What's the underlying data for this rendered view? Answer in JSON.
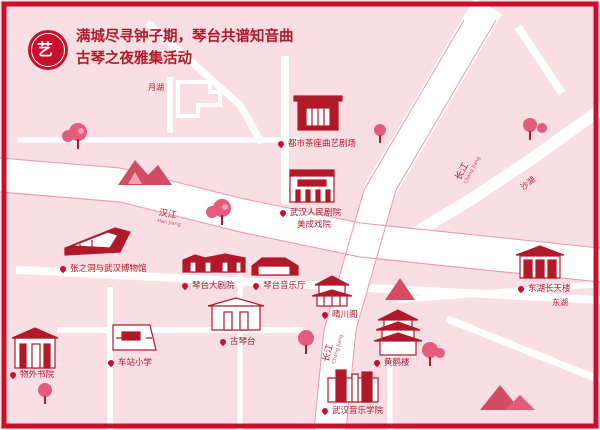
{
  "title": {
    "line1": "满城尽寻钟子期，琴台共谱知音曲",
    "line2": "古琴之夜雅集活动"
  },
  "logo": {
    "mark": "艺"
  },
  "colors": {
    "accent": "#c8102e",
    "road": "#ffffff",
    "background": "#f9dfe4",
    "tree": "#e35b7d",
    "mountain": "#d44c63"
  },
  "lakes": {
    "yuehu": "月湖",
    "shahu": "沙湖",
    "donghu": "东湖"
  },
  "roads": {
    "hanjiang": {
      "cn": "汉江",
      "en": "Han Jiang"
    },
    "changjiang_top": {
      "cn": "长江",
      "en": "Chang Jiang"
    },
    "changjiang_bottom": {
      "cn": "长江",
      "en": "Chang Jiang"
    }
  },
  "landmarks": [
    {
      "id": "duchi",
      "label": "都市茶座曲艺剧场"
    },
    {
      "id": "renmin",
      "label": "武汉人民剧院"
    },
    {
      "id": "meicheng",
      "label": "美成戏院"
    },
    {
      "id": "museum",
      "label": "张之洞与武汉博物馆"
    },
    {
      "id": "qintai_theater",
      "label": "琴台大剧院"
    },
    {
      "id": "qintai_hall",
      "label": "琴台音乐厅"
    },
    {
      "id": "qingchuan",
      "label": "晴川阁"
    },
    {
      "id": "donghu_tower",
      "label": "东湖长天楼"
    },
    {
      "id": "guqintai",
      "label": "古琴台"
    },
    {
      "id": "wuwai",
      "label": "物外书院"
    },
    {
      "id": "chezhan",
      "label": "车站小学"
    },
    {
      "id": "huanghe",
      "label": "黄鹤楼"
    },
    {
      "id": "conservatory",
      "label": "武汉音乐学院"
    }
  ]
}
